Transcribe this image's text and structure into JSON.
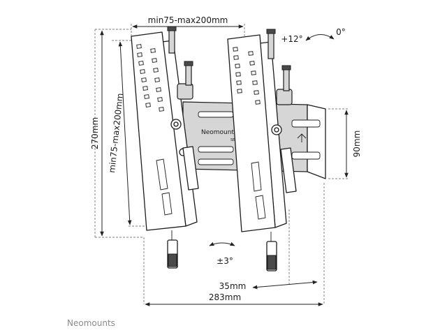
{
  "dimensions": {
    "top_width": "min75-max200mm",
    "left_height_outer": "270mm",
    "left_height_inner": "min75-max200mm",
    "plate_height": "90mm",
    "depth": "35mm",
    "total_width": "283mm"
  },
  "tilt": {
    "up": "+12°",
    "neutral": "0°",
    "lateral": "±3°"
  },
  "product_labels": {
    "plate_logo": "Neomounts",
    "plate_sub": "SELE"
  },
  "brand": "Neomounts",
  "colors": {
    "line": "#1c1c1c",
    "plate_fill": "#d6d6d6",
    "brand_text": "#8a8a8a"
  }
}
